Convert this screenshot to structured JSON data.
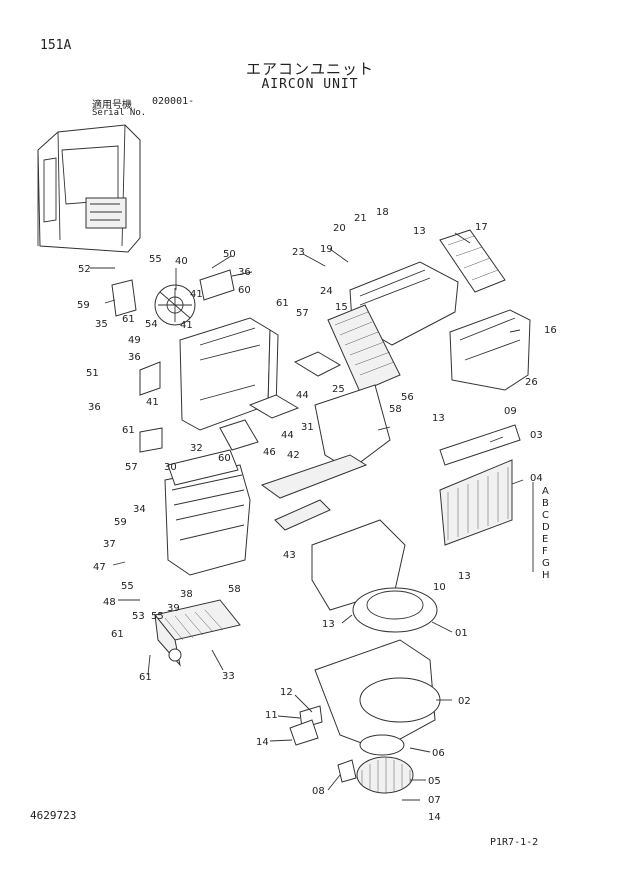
{
  "header": {
    "page_id": "151A",
    "title_jp": "エアコンユニット",
    "title_en": "AIRCON UNIT",
    "serial_label_jp": "適用号機",
    "serial_value": "020001-",
    "serial_label_en": "Serial No."
  },
  "footer": {
    "drawing_number": "4629723",
    "sheet_code": "P1R7-1-2"
  },
  "callouts": [
    "01",
    "02",
    "03",
    "04",
    "05",
    "06",
    "07",
    "08",
    "09",
    "11",
    "12",
    "13",
    "14",
    "15",
    "16",
    "17",
    "19",
    "20",
    "21",
    "23",
    "24",
    "25",
    "26",
    "30",
    "31",
    "32",
    "33",
    "34",
    "35",
    "36",
    "37",
    "38",
    "39",
    "40",
    "41",
    "42",
    "43",
    "44",
    "46",
    "47",
    "48",
    "49",
    "50",
    "51",
    "52",
    "53",
    "54",
    "55",
    "56",
    "57",
    "58",
    "59",
    "60",
    "61"
  ],
  "variant_letters": [
    "A",
    "B",
    "C",
    "D",
    "E",
    "F",
    "G",
    "H"
  ]
}
